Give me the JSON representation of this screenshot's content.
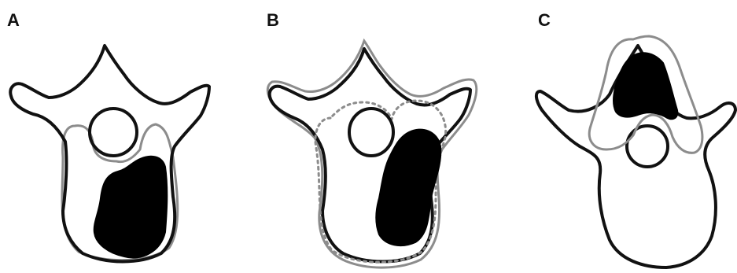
{
  "panels": [
    {
      "label": "A"
    },
    {
      "label": "B"
    },
    {
      "label": "C"
    }
  ],
  "colors": {
    "outline": "#111111",
    "contour": "#8c8c8c",
    "lesion": "#000000",
    "background": "#ffffff"
  }
}
